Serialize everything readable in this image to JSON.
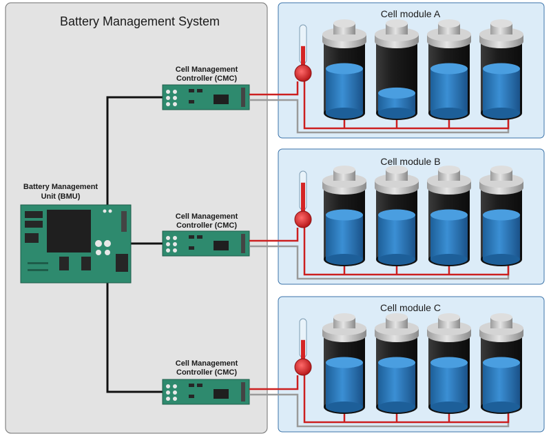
{
  "bms_title": "Battery Management System",
  "bmu": {
    "label_line1": "Battery Management",
    "label_line2": "Unit (BMU)"
  },
  "cmc": [
    {
      "label_line1": "Cell Management",
      "label_line2": "Controller (CMC)"
    },
    {
      "label_line1": "Cell Management",
      "label_line2": "Controller (CMC)"
    },
    {
      "label_line1": "Cell Management",
      "label_line2": "Controller (CMC)"
    }
  ],
  "modules": [
    {
      "title": "Cell module A",
      "cell_levels": [
        0.62,
        0.28,
        0.62,
        0.62
      ],
      "thermometer_level": 0.45
    },
    {
      "title": "Cell module B",
      "cell_levels": [
        0.62,
        0.62,
        0.62,
        0.62
      ],
      "thermometer_level": 0.7
    },
    {
      "title": "Cell module C",
      "cell_levels": [
        0.62,
        0.62,
        0.62,
        0.62
      ],
      "thermometer_level": 0.45
    }
  ],
  "colors": {
    "bms_panel": "#e3e3e3",
    "module_panel": "#dcecf8",
    "pcb": "#2e8a6e",
    "bus_wire": "#111111",
    "sense_wire_red": "#cc1f1f",
    "sense_wire_grey": "#9a9a9a",
    "electrolyte": "#2f7fc4"
  }
}
